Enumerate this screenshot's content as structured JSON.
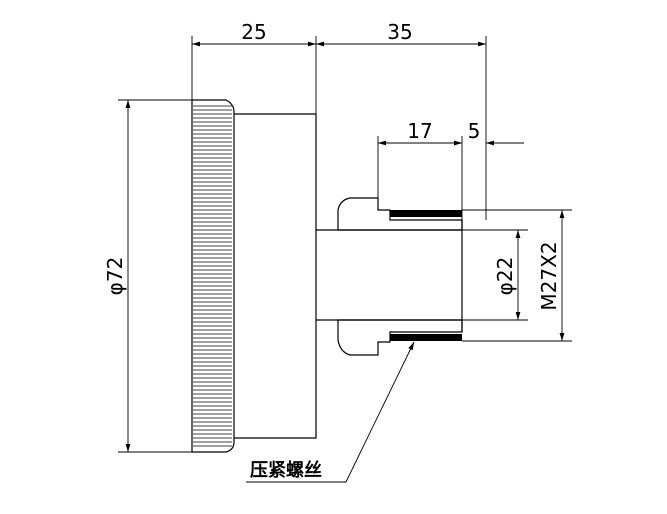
{
  "dimensions": {
    "knob_width": "25",
    "shaft_length": "35",
    "nut_width": "17",
    "end_gap": "5",
    "knob_diameter": "φ72",
    "shaft_diameter": "φ22",
    "thread": "M27X2"
  },
  "labels": {
    "clamp_nut": "压紧螺丝"
  }
}
